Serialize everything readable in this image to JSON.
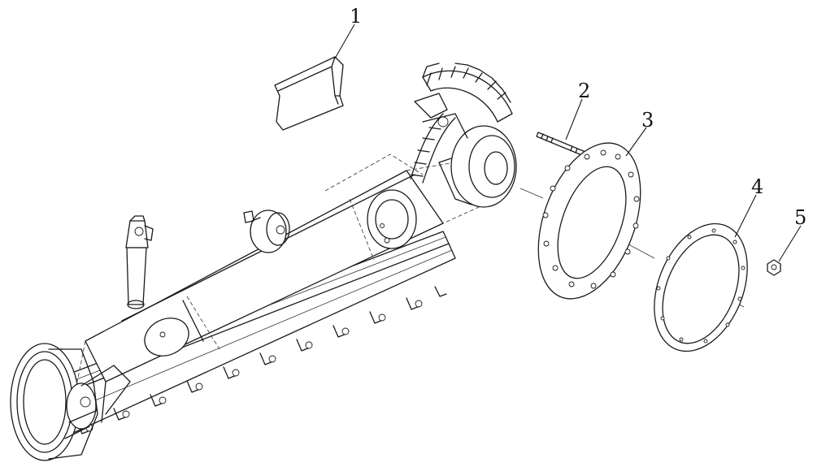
{
  "callouts": [
    {
      "number": "1",
      "part": "block"
    },
    {
      "number": "2",
      "part": "stud"
    },
    {
      "number": "3",
      "part": "flange-ring"
    },
    {
      "number": "4",
      "part": "gasket-ring"
    },
    {
      "number": "5",
      "part": "nut"
    }
  ],
  "colors": {
    "line": "#1a1a1a",
    "background": "#ffffff"
  }
}
